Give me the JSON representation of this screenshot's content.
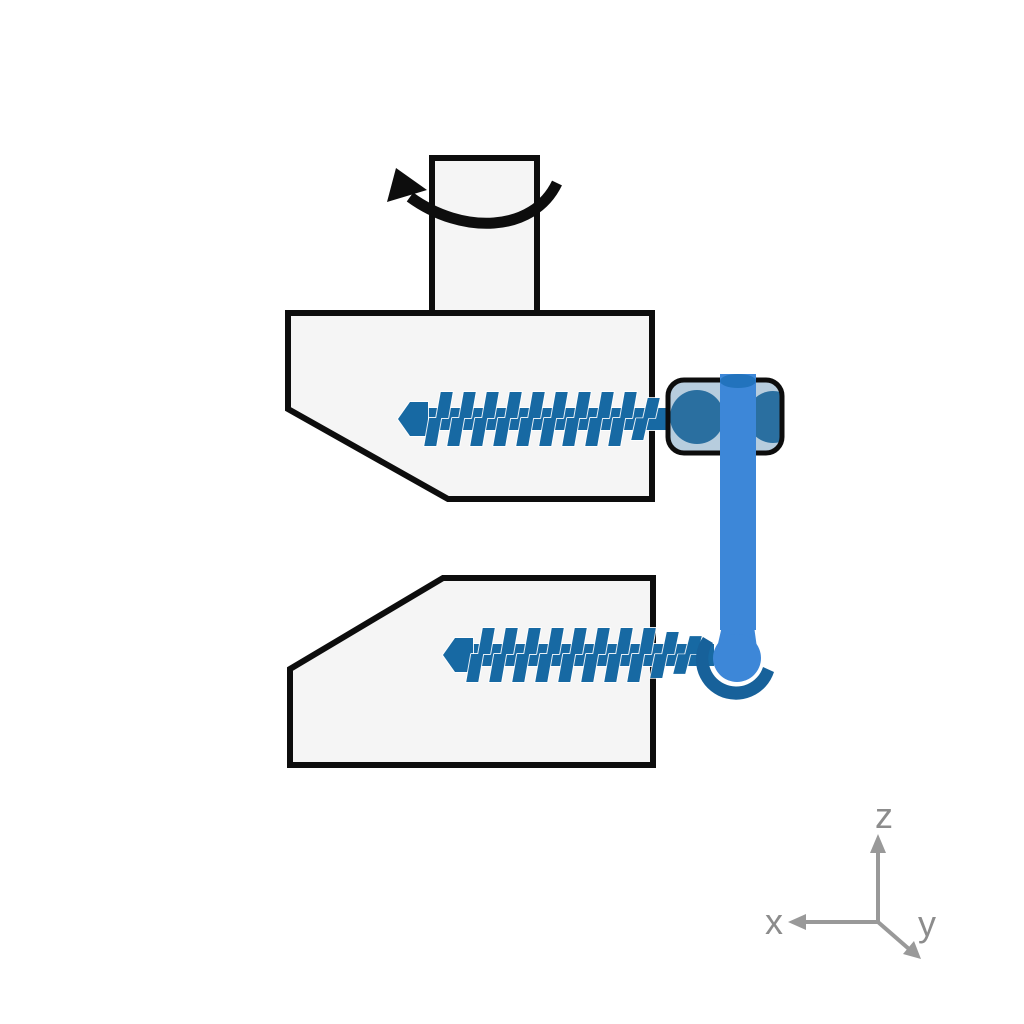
{
  "axes": {
    "x_label": "x",
    "y_label": "y",
    "z_label": "z"
  },
  "icons": {
    "rotation_arrow": "rotation-direction-arc-arrow",
    "axis_triad": "xyz-coordinate-triad",
    "upper_screw": "threaded-screw-pointing-left",
    "lower_screw": "threaded-screw-pointing-left"
  },
  "colors": {
    "background": "#ffffff",
    "block_fill": "#f5f5f5",
    "outline": "#0d0d0d",
    "screw_blue": "#1769a3",
    "rod_blue": "#3d87d8",
    "rod_cap_blue": "#2273bd",
    "connector_fill": "#b7cdde",
    "connector_inner_blue": "#2a6fa0",
    "grip_arc_blue": "#17619a",
    "axis_gray": "#999999",
    "axis_label_gray": "#8c8c8c"
  }
}
